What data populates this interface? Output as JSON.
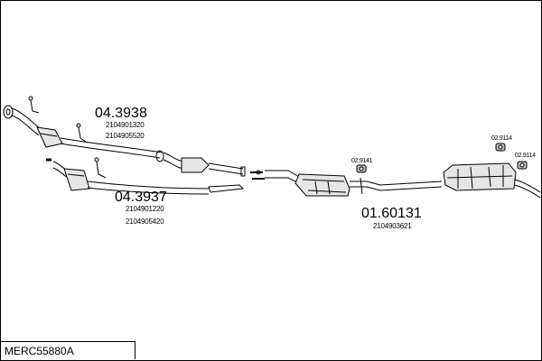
{
  "diagram": {
    "model_code": "MERC55880A",
    "parts": [
      {
        "number": "04.3938",
        "refs": [
          "2104901320",
          "2104905520"
        ]
      },
      {
        "number": "04.3937",
        "refs": [
          "2104901220",
          "2104905420"
        ]
      },
      {
        "number": "01.60131",
        "refs": [
          "2104903621"
        ]
      },
      {
        "number": "02.9141",
        "refs": []
      },
      {
        "number": "02.9114",
        "refs": []
      },
      {
        "number": "02.9114",
        "refs": []
      }
    ]
  },
  "colors": {
    "line": "#000000",
    "fill": "#e6e6e6",
    "shade": "#bdbdbd"
  }
}
